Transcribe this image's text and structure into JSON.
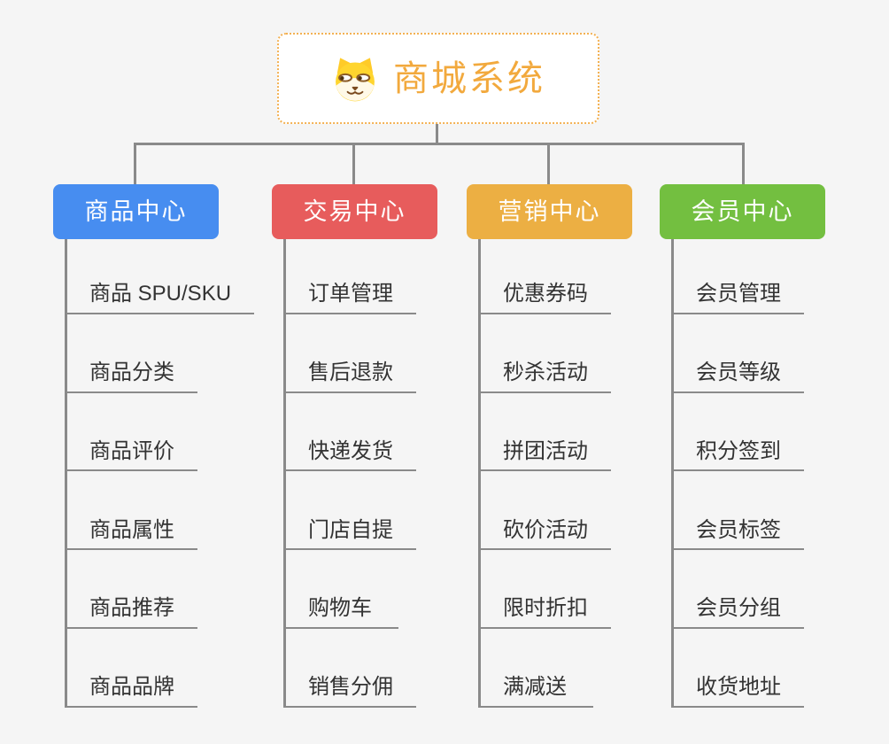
{
  "canvas": {
    "background_color": "#F5F5F5",
    "connector_color": "#8A8A8A"
  },
  "root": {
    "title": "商城系统",
    "icon": "shiba-dog-icon",
    "title_color": "#F2A93D",
    "border_color": "#F3B153"
  },
  "branches": [
    {
      "key": "product-center",
      "label": "商品中心",
      "color": "#478DF0",
      "children": [
        "商品 SPU/SKU",
        "商品分类",
        "商品评价",
        "商品属性",
        "商品推荐",
        "商品品牌"
      ]
    },
    {
      "key": "trade-center",
      "label": "交易中心",
      "color": "#E75C5C",
      "children": [
        "订单管理",
        "售后退款",
        "快递发货",
        "门店自提",
        "购物车",
        "销售分佣"
      ]
    },
    {
      "key": "marketing-center",
      "label": "营销中心",
      "color": "#ECAF43",
      "children": [
        "优惠券码",
        "秒杀活动",
        "拼团活动",
        "砍价活动",
        "限时折扣",
        "满减送"
      ]
    },
    {
      "key": "member-center",
      "label": "会员中心",
      "color": "#73BF40",
      "children": [
        "会员管理",
        "会员等级",
        "积分签到",
        "会员标签",
        "会员分组",
        "收货地址"
      ]
    }
  ]
}
